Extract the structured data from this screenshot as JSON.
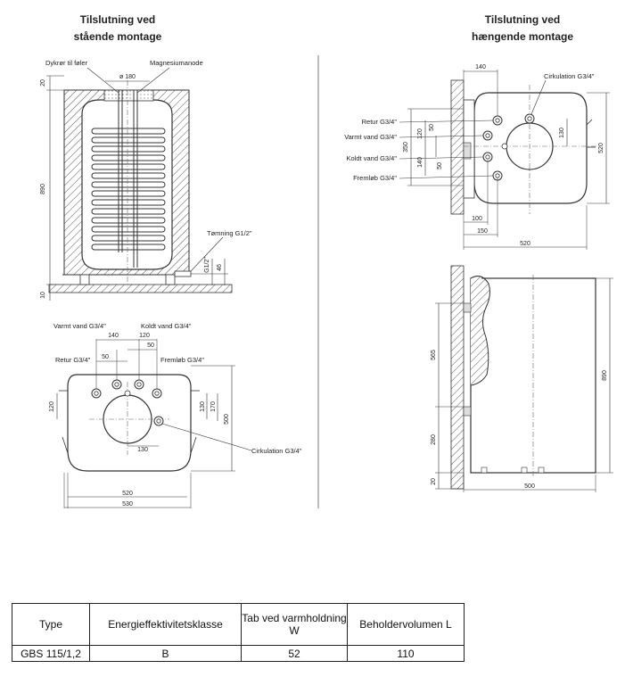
{
  "headings": {
    "standing": [
      "Tilslutning ved",
      "stående montage"
    ],
    "hanging": [
      "Tilslutning ved",
      "hængende montage"
    ]
  },
  "standing_front": {
    "labels": {
      "sensor_tube": "Dykrør til føler",
      "anode": "Magnesiumanode",
      "diameter": "ø 180",
      "drain": "Tømning G1/2\""
    },
    "dims": {
      "top": "20",
      "height": "890",
      "bottom": "10",
      "drain_thread": "G1/2\"",
      "drain_height": "46"
    }
  },
  "standing_bottom": {
    "labels": {
      "warm_water": "Varmt vand G3/4\"",
      "cold_water": "Koldt vand G3/4\"",
      "return": "Retur G3/4\"",
      "flow": "Fremløb G3/4\"",
      "circulation": "Cirkulation G3/4\""
    },
    "dims": {
      "d140": "140",
      "d120a": "120",
      "d50a": "50",
      "d50b": "50",
      "d120b": "120",
      "d130a": "130",
      "d170": "170",
      "d500": "500",
      "d130b": "130",
      "d520": "520",
      "d530": "530"
    }
  },
  "hanging_front": {
    "labels": {
      "circulation": "Cirkulation G3/4\"",
      "return": "Retur G3/4\"",
      "warm_water": "Varmt vand G3/4\"",
      "cold_water": "Koldt vand G3/4\"",
      "flow": "Fremløb G3/4\""
    },
    "dims": {
      "d140": "140",
      "d350": "350",
      "d120": "120",
      "d50a": "50",
      "d140v": "140",
      "d50b": "50",
      "d130": "130",
      "d520v": "520",
      "d100": "100",
      "d150": "150",
      "d520h": "520"
    }
  },
  "hanging_side": {
    "dims": {
      "d565": "565",
      "d890": "890",
      "d280": "280",
      "d20": "20",
      "d500": "500"
    }
  },
  "table": {
    "headers": [
      "Type",
      "Energieffektivitetsklasse",
      "Tab ved varmholdning W",
      "Beholdervolumen L"
    ],
    "row": [
      "GBS 115/1,2",
      "B",
      "52",
      "110"
    ]
  }
}
